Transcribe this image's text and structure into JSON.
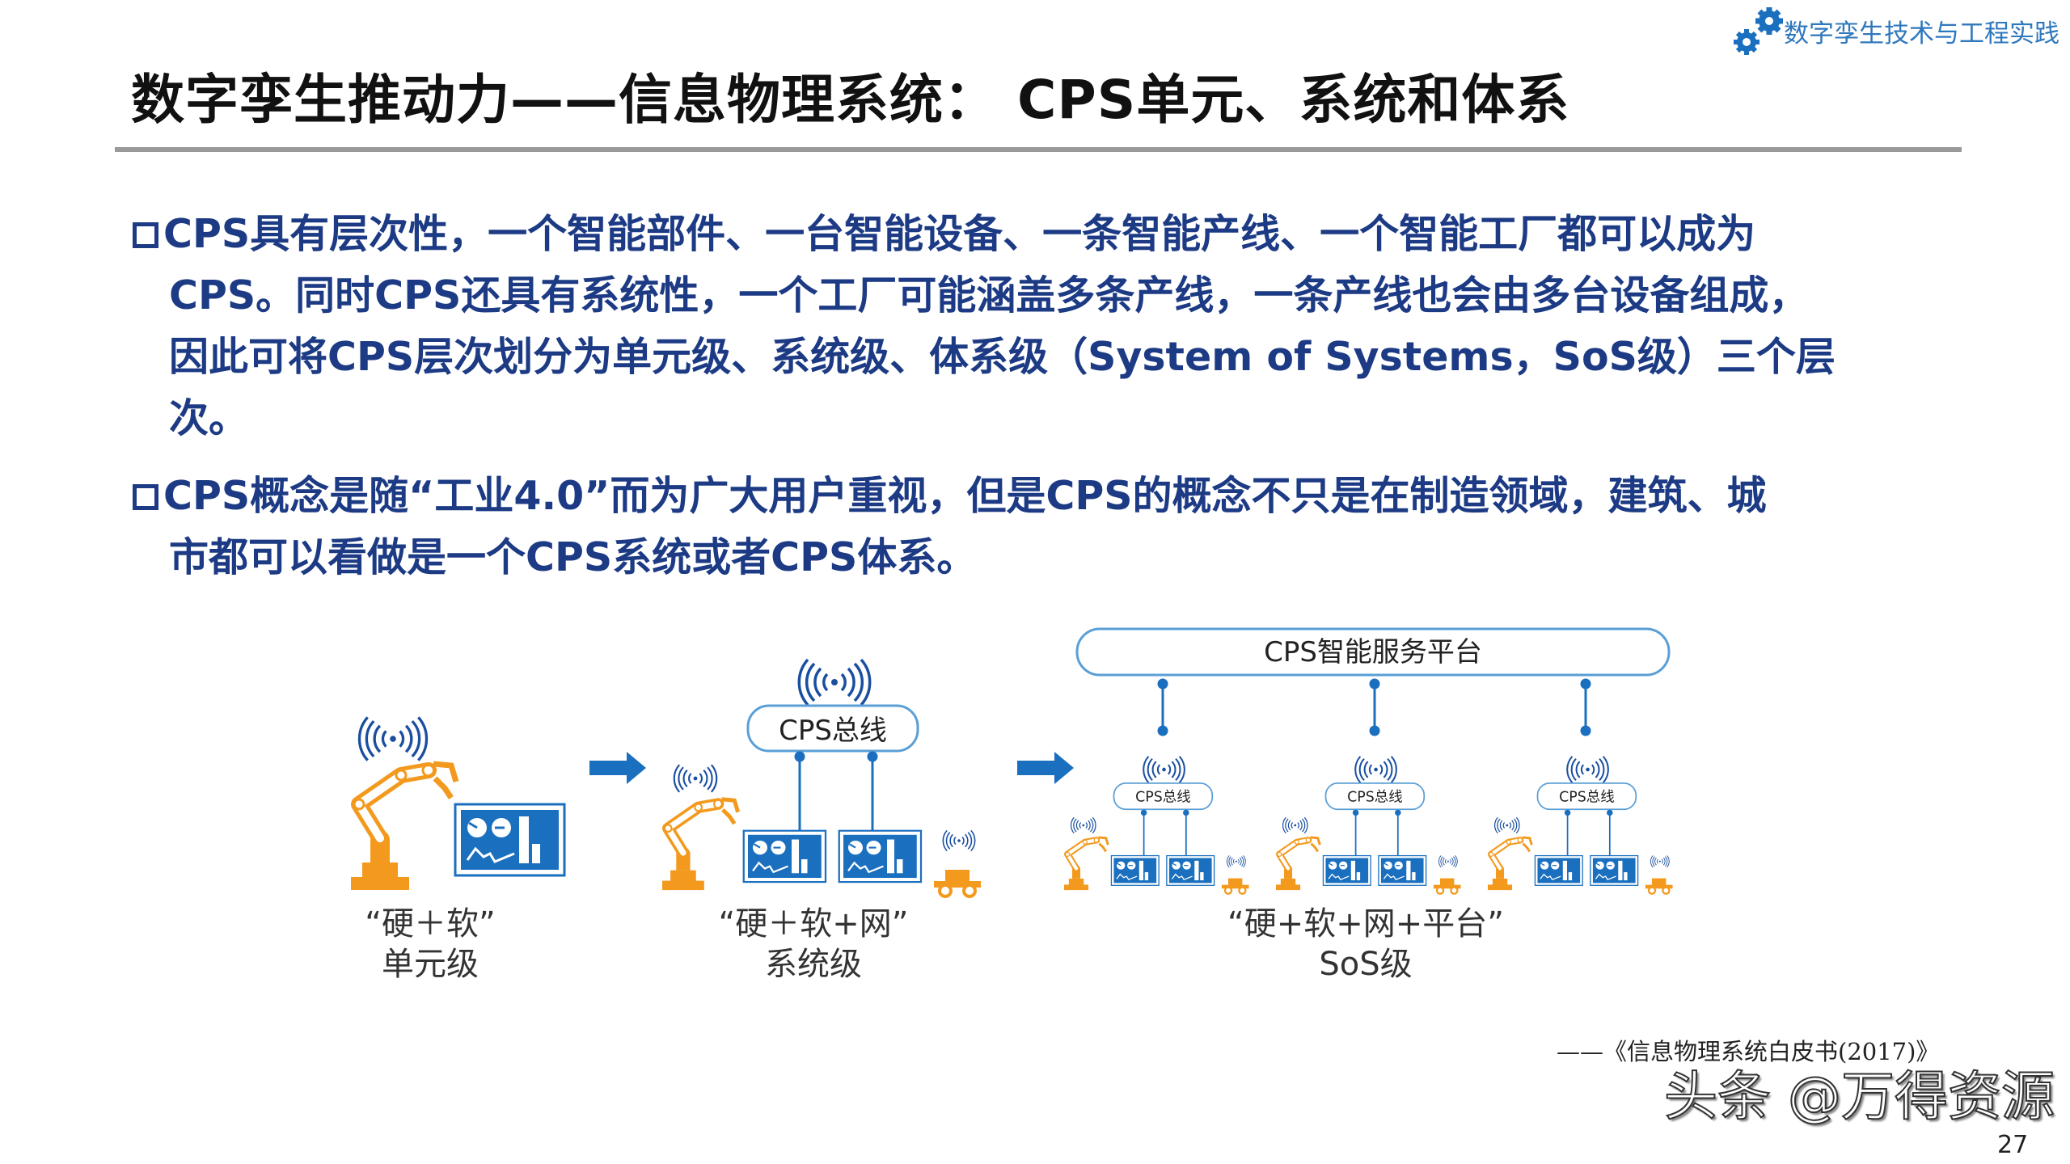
{
  "header": {
    "logo_icon": "gears-icon",
    "brand": "数字孪生技术与工程实践",
    "brand_color": "#2e78bd"
  },
  "title": "数字孪生推动力——信息物理系统： CPS单元、系统和体系",
  "bullets": [
    {
      "lines": [
        "CPS具有层次性，一个智能部件、一台智能设备、一条智能产线、一个智能工厂都可以成为",
        "CPS。同时CPS还具有系统性，一个工厂可能涵盖多条产线，一条产线也会由多台设备组成，",
        "因此可将CPS层次划分为单元级、系统级、体系级（System of Systems，SoS级）三个层",
        "次。"
      ]
    },
    {
      "lines": [
        "CPS概念是随“工业4.0”而为广大用户重视，但是CPS的概念不只是在制造领域，建筑、城",
        "市都可以看做是一个CPS系统或者CPS体系。"
      ]
    }
  ],
  "diagram": {
    "unit": {
      "formula": "“硬＋软”",
      "level": "单元级"
    },
    "system": {
      "bus": "CPS总线",
      "formula": "“硬＋软+网”",
      "level": "系统级"
    },
    "sos": {
      "platform": "CPS智能服务平台",
      "bus": "CPS总线",
      "formula": "“硬+软+网+平台”",
      "level": "SoS级"
    },
    "colors": {
      "robot": "#f39a1e",
      "monitor": "#1a6fbf",
      "arrow": "#1a6fbf"
    }
  },
  "citation": "——《信息物理系统白皮书(2017)》",
  "watermark": "头条 @万得资源",
  "page_number": "27"
}
